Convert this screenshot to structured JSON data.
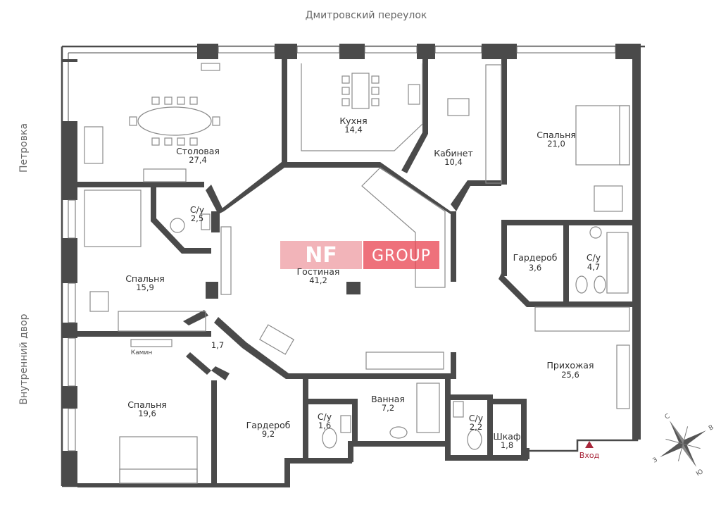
{
  "streets": {
    "top": "Дмитровский переулок",
    "left_upper": "Петровка",
    "left_lower": "Внутренний двор"
  },
  "logo": {
    "mark": "NF",
    "name": "GROUP",
    "accent": "#e8424f"
  },
  "rooms": [
    {
      "id": "dining",
      "name": "Столовая",
      "area": "27,4"
    },
    {
      "id": "kitchen",
      "name": "Кухня",
      "area": "14,4"
    },
    {
      "id": "study",
      "name": "Кабинет",
      "area": "10,4"
    },
    {
      "id": "bedroom-ne",
      "name": "Спальня",
      "area": "21,0"
    },
    {
      "id": "wc-nw",
      "name": "С/у",
      "area": "2,5"
    },
    {
      "id": "bedroom-w",
      "name": "Спальня",
      "area": "15,9"
    },
    {
      "id": "living",
      "name": "Гостиная",
      "area": "41,2"
    },
    {
      "id": "wardrobe-e",
      "name": "Гардероб",
      "area": "3,6"
    },
    {
      "id": "wc-e",
      "name": "С/у",
      "area": "4,7"
    },
    {
      "id": "hall-small",
      "name": "",
      "area": "1,7"
    },
    {
      "id": "hallway",
      "name": "Прихожая",
      "area": "25,6"
    },
    {
      "id": "bedroom-sw",
      "name": "Спальня",
      "area": "19,6"
    },
    {
      "id": "wardrobe-s",
      "name": "Гардероб",
      "area": "9,2"
    },
    {
      "id": "wc-s1",
      "name": "С/у",
      "area": "1,6"
    },
    {
      "id": "bath",
      "name": "Ванная",
      "area": "7,2"
    },
    {
      "id": "wc-s2",
      "name": "С/у",
      "area": "2,2"
    },
    {
      "id": "closet",
      "name": "Шкаф",
      "area": "1,8"
    }
  ],
  "fireplace_label": "Камин",
  "entrance_label": "Вход",
  "compass": {
    "n": "С",
    "s": "Ю",
    "e": "В",
    "w": "З"
  },
  "colors": {
    "wall": "#4a4a4a",
    "entry": "#a8263a"
  }
}
